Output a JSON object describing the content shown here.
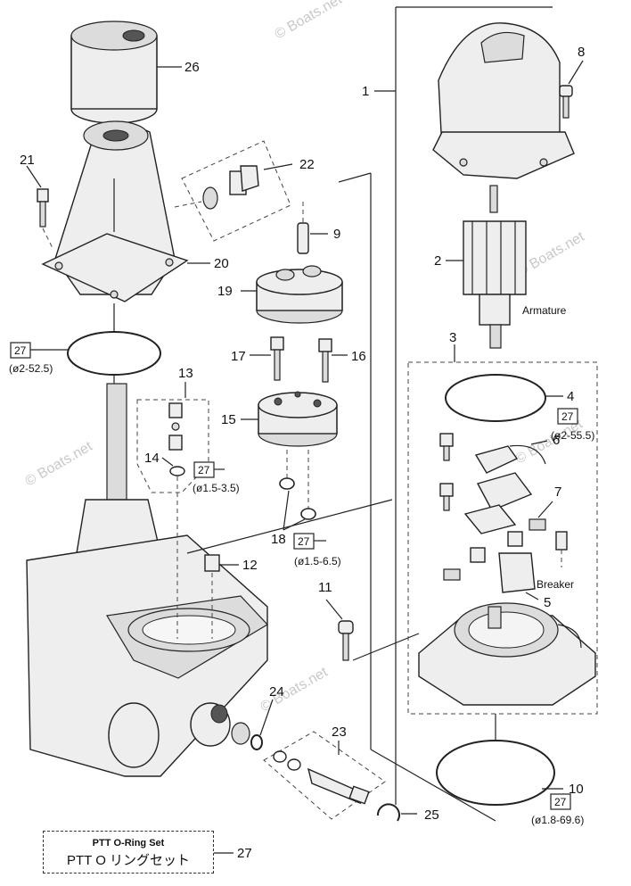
{
  "watermark": "© Boats.net",
  "callouts": {
    "c1": "1",
    "c2": "2",
    "c3": "3",
    "c4": "4",
    "c5": "5",
    "c6": "6",
    "c7": "7",
    "c8": "8",
    "c9": "9",
    "c10": "10",
    "c11": "11",
    "c12": "12",
    "c13": "13",
    "c14": "14",
    "c15": "15",
    "c16": "16",
    "c17": "17",
    "c18": "18",
    "c19": "19",
    "c20": "20",
    "c21": "21",
    "c22": "22",
    "c23": "23",
    "c24": "24",
    "c25": "25",
    "c26": "26",
    "c27": "27"
  },
  "oring_refs": {
    "tag": "27",
    "r1_size": "(ø2-52.5)",
    "r2_size": "(ø1.5-3.5)",
    "r3_size": "(ø1.5-6.5)",
    "r4_size": "(ø2-55.5)",
    "r5_size": "(ø1.8-69.6)"
  },
  "labels": {
    "armature": "Armature",
    "breaker": "Breaker"
  },
  "legend": {
    "title_en": "PTT O-Ring Set",
    "title_jp": "PTT O リングセット"
  }
}
